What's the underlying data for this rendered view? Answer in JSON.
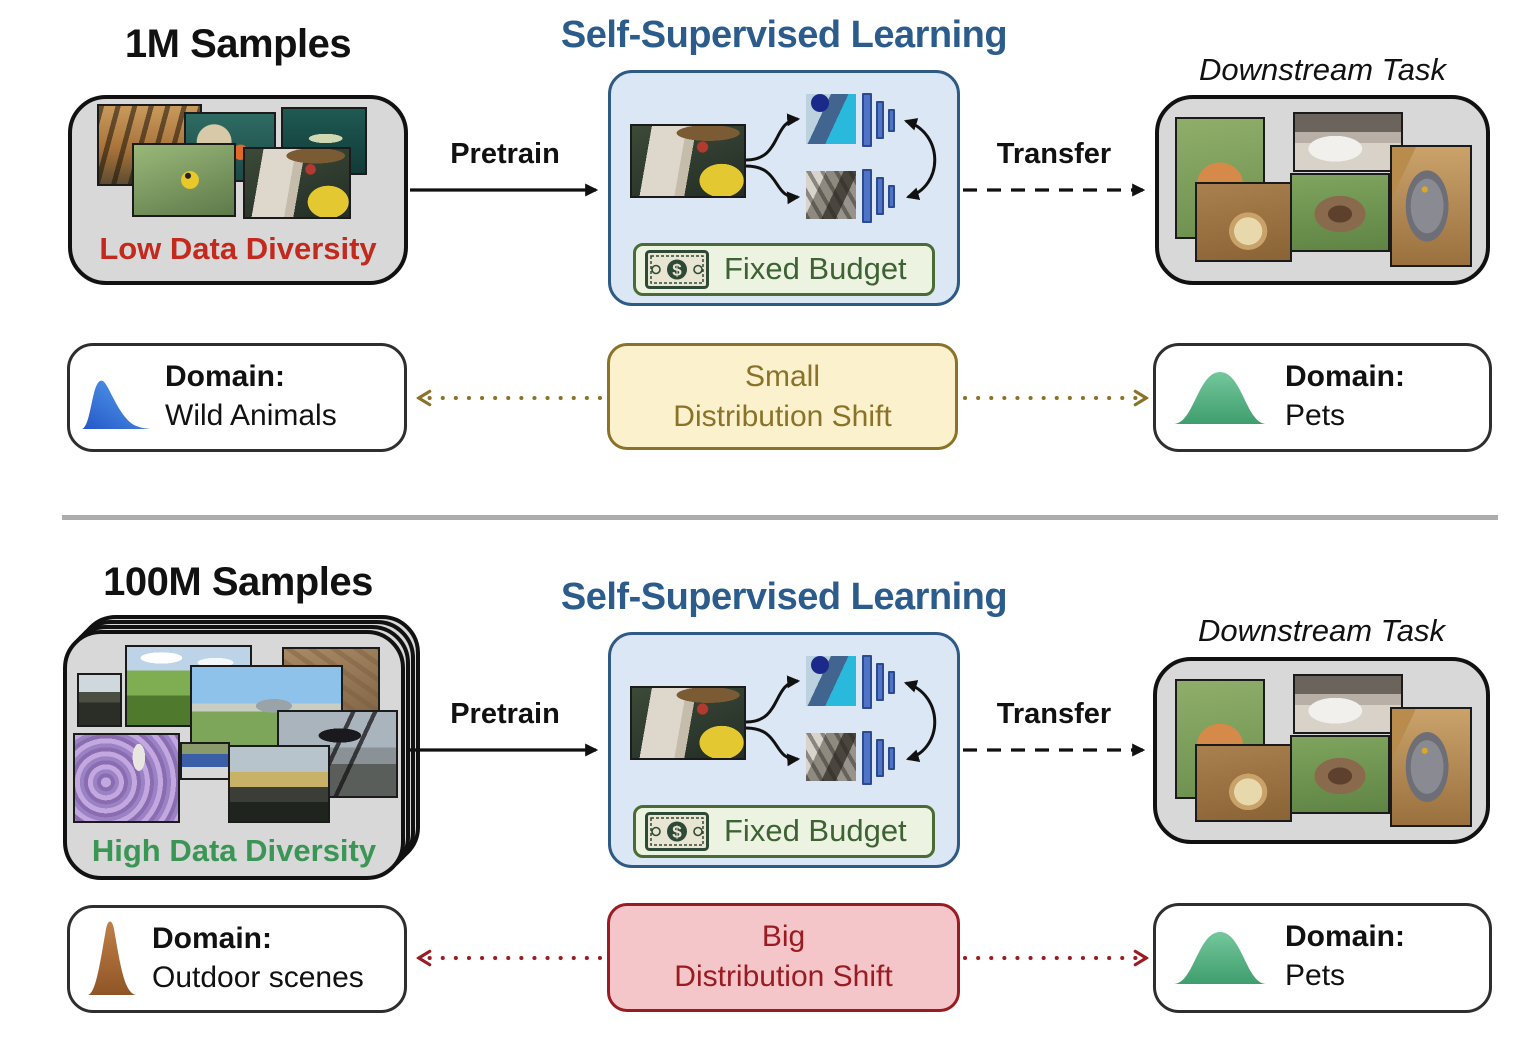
{
  "figure": {
    "type": "paper-figure",
    "topic": "Effect of data diversity on self-supervised pretraining under a fixed compute budget"
  },
  "colors": {
    "ssl_heading": "#2B5C8C",
    "ssl_box_fill": "#DBE7F4",
    "ssl_box_border": "#2E5A86",
    "budget_fill": "#ECF3E1",
    "budget_border": "#4A6B33",
    "budget_text": "#3E6233",
    "dataset_box_fill": "#D8D8D8",
    "low_diversity_text": "#C22A1E",
    "high_diversity_text": "#3B9554",
    "small_shift_fill": "#FBF1CD",
    "small_shift_accent": "#8A7328",
    "big_shift_fill": "#F4C6CA",
    "big_shift_accent": "#9B1B22",
    "encoder_bar": "#4F74C7",
    "wild_animals_curve": "#3E7BE0",
    "pets_curve": "#54B287",
    "outdoor_curve": "#A9632A"
  },
  "icons": {
    "budget_icon": "dollar-bill-icon",
    "domain_distribution_icon": "distribution-curve-icon",
    "encoder_icon": "encoder-bars-icon"
  },
  "sections": [
    {
      "samples_title": "1M Samples",
      "diversity_label": "Low Data Diversity",
      "ssl_title": "Self-Supervised Learning",
      "pretrain_label": "Pretrain",
      "transfer_label": "Transfer",
      "downstream_title": "Downstream Task",
      "budget_label": "Fixed Budget",
      "domain_left": {
        "label": "Domain:",
        "value": "Wild Animals"
      },
      "shift": {
        "line1": "Small",
        "line2": "Distribution Shift"
      },
      "domain_right": {
        "label": "Domain:",
        "value": "Pets"
      }
    },
    {
      "samples_title": "100M Samples",
      "diversity_label": "High Data Diversity",
      "ssl_title": "Self-Supervised Learning",
      "pretrain_label": "Pretrain",
      "transfer_label": "Transfer",
      "downstream_title": "Downstream Task",
      "budget_label": "Fixed Budget",
      "domain_left": {
        "label": "Domain:",
        "value": "Outdoor scenes"
      },
      "shift": {
        "line1": "Big",
        "line2": "Distribution Shift"
      },
      "domain_right": {
        "label": "Domain:",
        "value": "Pets"
      }
    }
  ]
}
